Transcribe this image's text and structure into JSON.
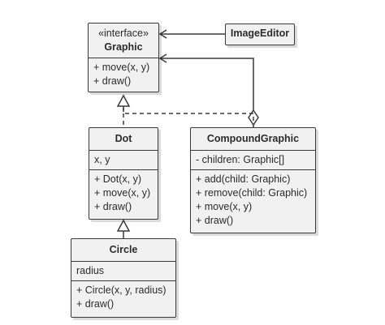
{
  "diagram": {
    "graphic": {
      "stereotype": "«interface»",
      "name": "Graphic",
      "methods": [
        "+ move(x, y)",
        "+ draw()"
      ]
    },
    "image_editor": {
      "name": "ImageEditor"
    },
    "dot": {
      "name": "Dot",
      "fields": [
        "x, y"
      ],
      "methods": [
        "+ Dot(x, y)",
        "+ move(x, y)",
        "+ draw()"
      ]
    },
    "compound_graphic": {
      "name": "CompoundGraphic",
      "fields": [
        "- children: Graphic[]"
      ],
      "methods": [
        "+ add(child: Graphic)",
        "+ remove(child: Graphic)",
        "+ move(x, y)",
        "+ draw()"
      ]
    },
    "circle": {
      "name": "Circle",
      "fields": [
        "radius"
      ],
      "methods": [
        "+ Circle(x, y, radius)",
        "+ draw()"
      ]
    }
  }
}
